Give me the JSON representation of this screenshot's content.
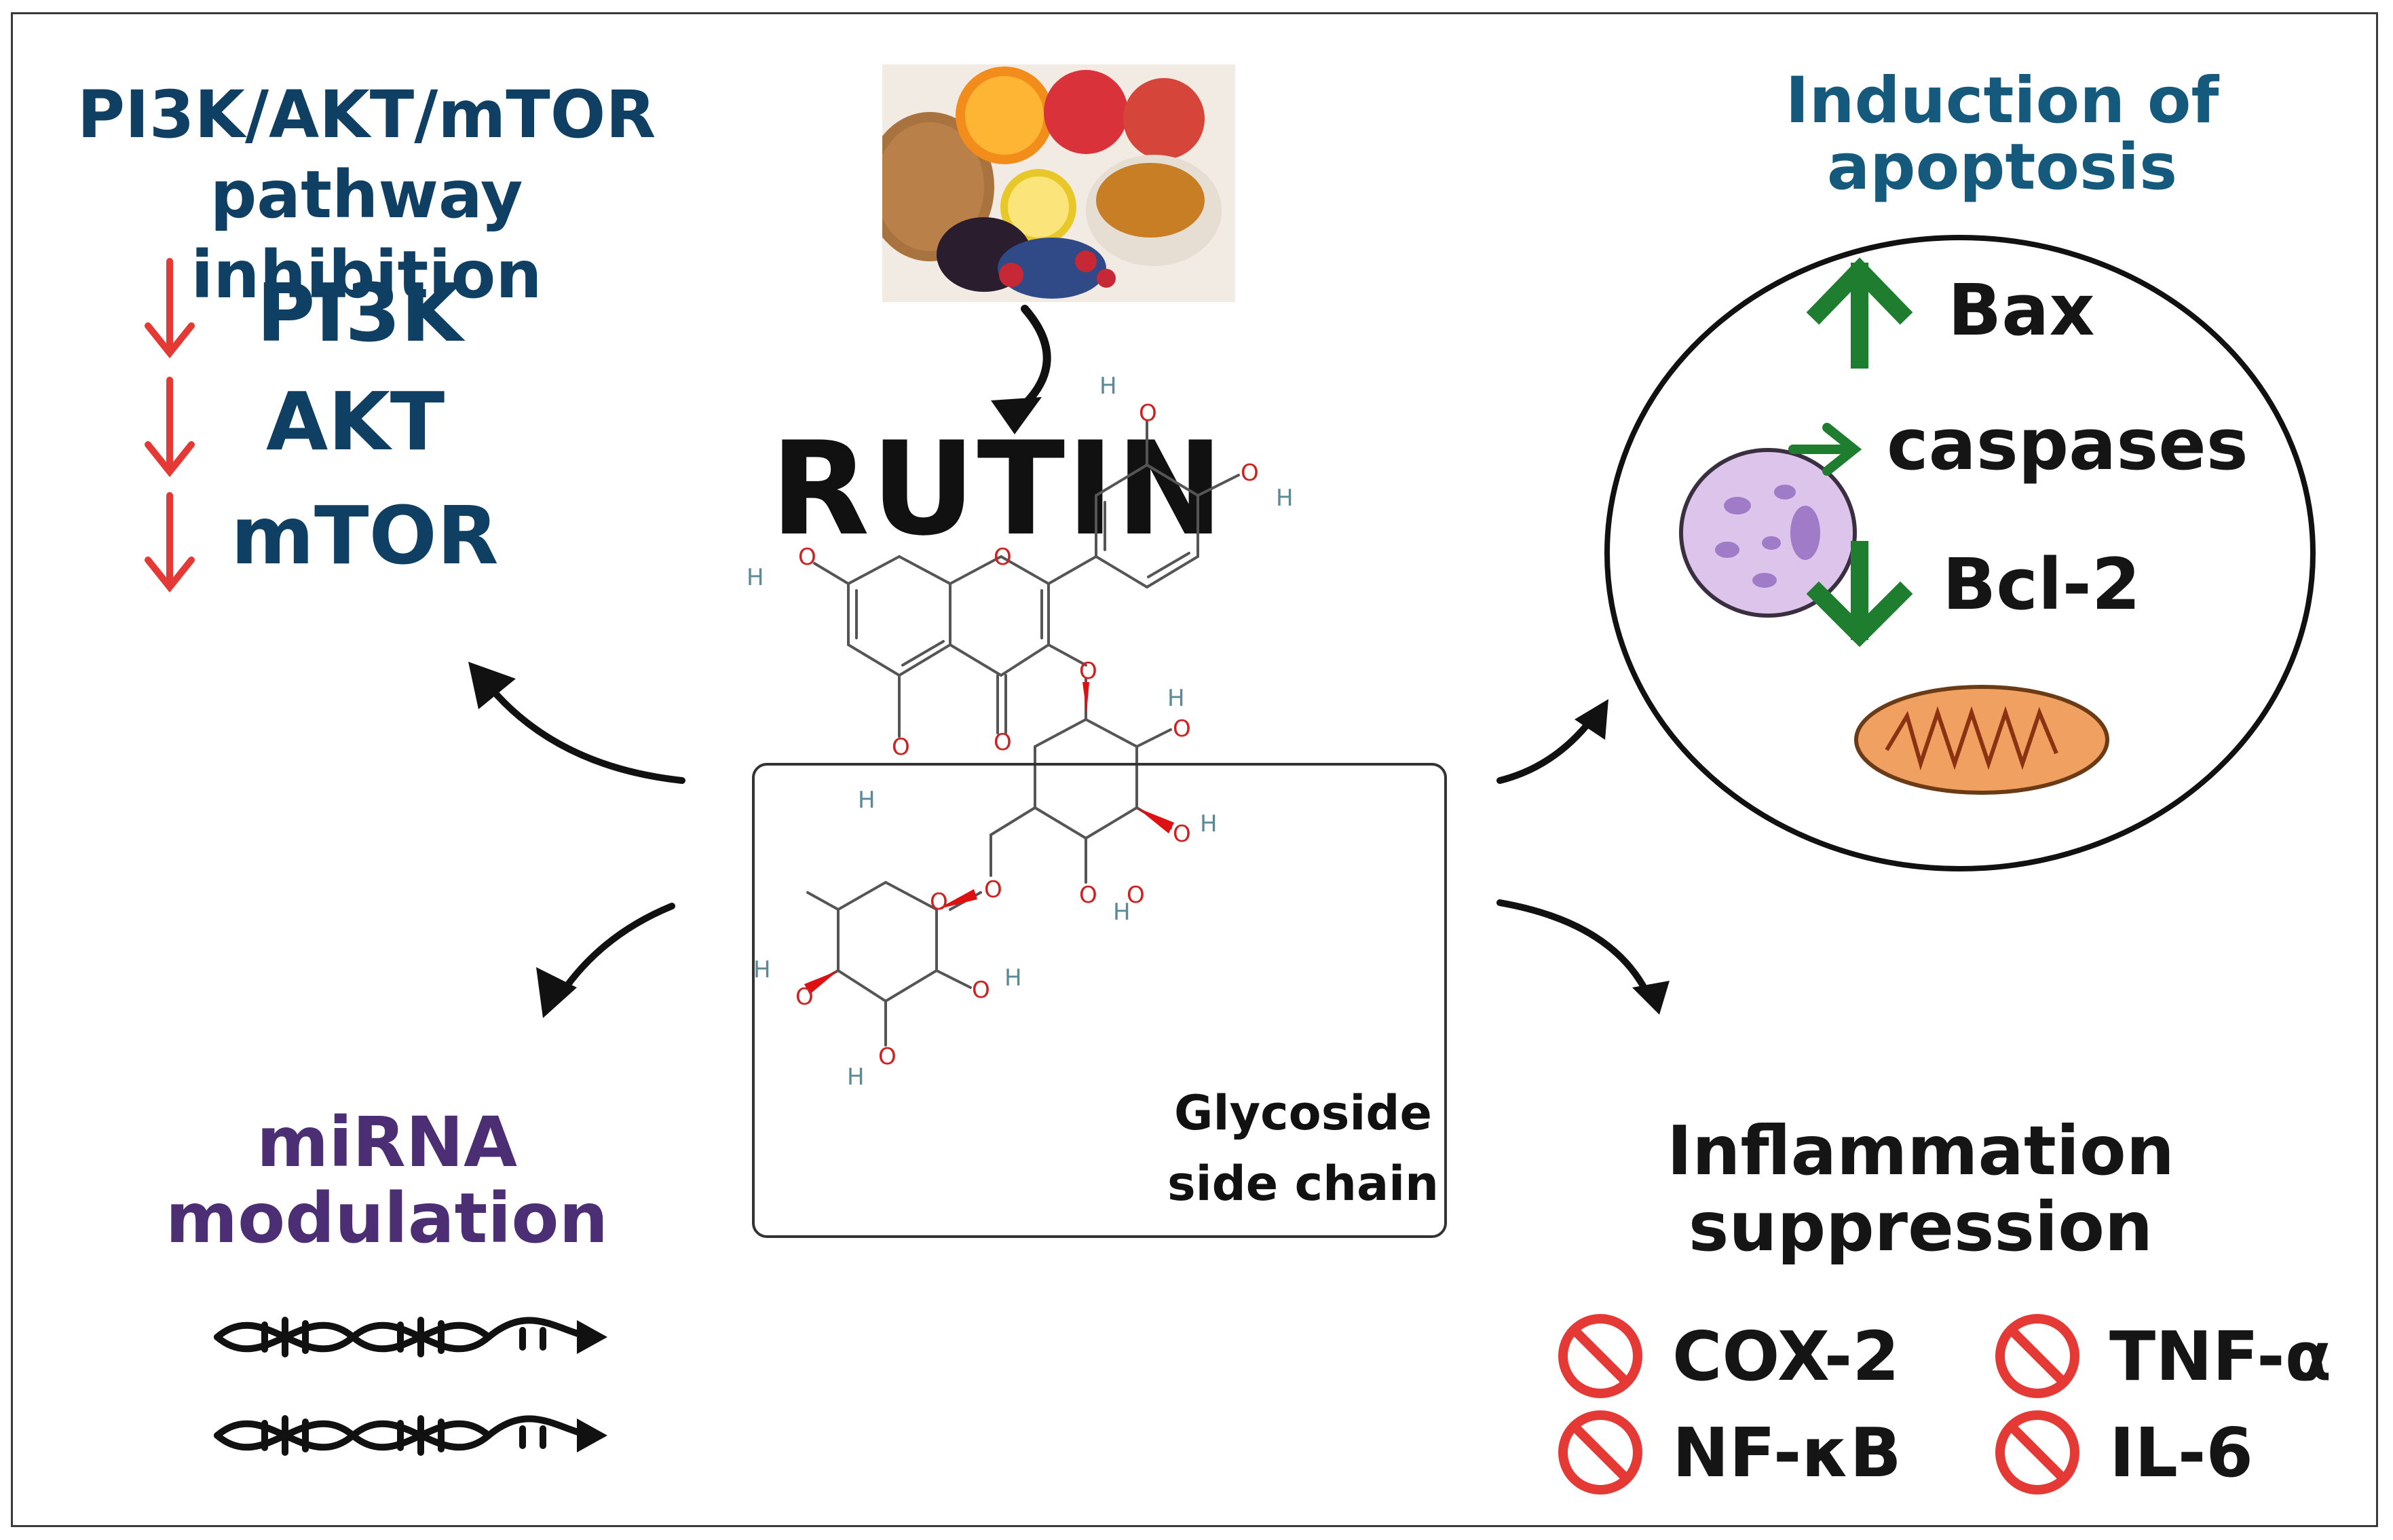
{
  "pathway": {
    "title": "PI3K/AKT/mTOR pathway inhibition",
    "items": [
      "PI3K",
      "AKT",
      "mTOR"
    ],
    "arrow_color": "#e53935",
    "text_color": "#0f3f63"
  },
  "compound": {
    "name": "RUTIN",
    "glycoside_label": "Glycoside side chain",
    "atoms": {
      "oxygen": "O",
      "hydrogen": "H"
    }
  },
  "apoptosis": {
    "title": "Induction of apoptosis",
    "items": [
      {
        "label": "Bax",
        "direction": "up"
      },
      {
        "label": "caspases",
        "direction": "right"
      },
      {
        "label": "Bcl-2",
        "direction": "down"
      }
    ],
    "arrow_color": "#1e7d2e"
  },
  "mirna": {
    "title": "miRNA modulation",
    "text_color": "#4b2e73"
  },
  "inflammation": {
    "title": "Inflammation suppression",
    "items": [
      "COX-2",
      "TNF-α",
      "NF-κB",
      "IL-6"
    ],
    "icon": "prohibition-icon",
    "icon_color": "#e53935"
  }
}
